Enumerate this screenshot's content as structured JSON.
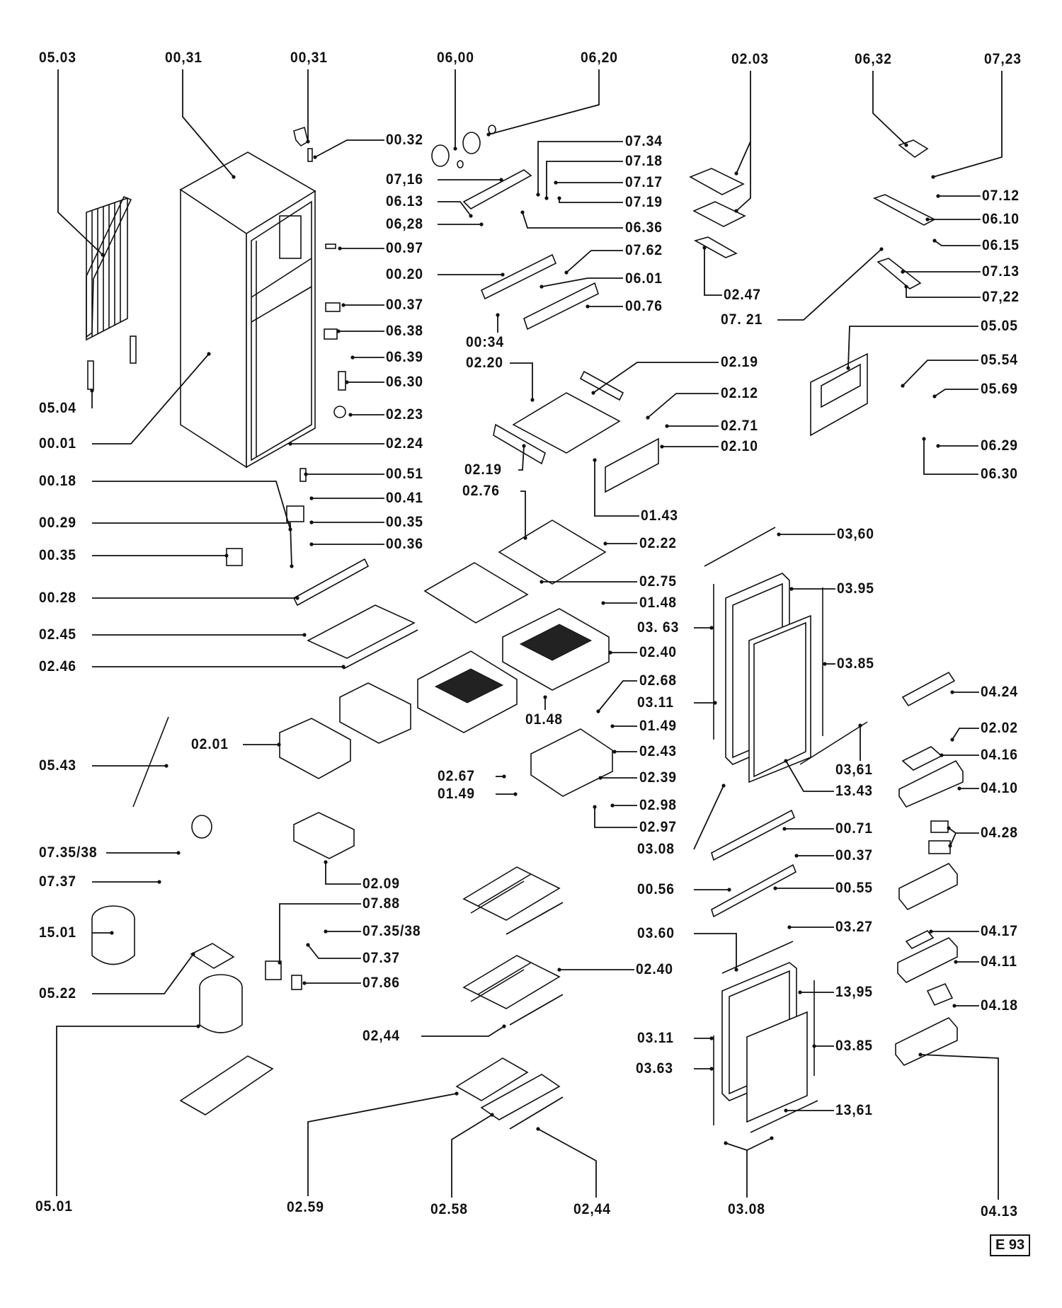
{
  "document": {
    "type": "exploded parts diagram",
    "subject": "refrigerator-freezer",
    "sheet_code": "E 93"
  },
  "labels": [
    {
      "id": "l-0503",
      "text": "05.03"
    },
    {
      "id": "l-0031a",
      "text": "00,31"
    },
    {
      "id": "l-0031b",
      "text": "00,31"
    },
    {
      "id": "l-0600",
      "text": "06,00"
    },
    {
      "id": "l-0620",
      "text": "06,20"
    },
    {
      "id": "l-0203",
      "text": "02.03"
    },
    {
      "id": "l-0632",
      "text": "06,32"
    },
    {
      "id": "l-0723",
      "text": "07,23"
    },
    {
      "id": "l-0032",
      "text": "00.32"
    },
    {
      "id": "l-0734",
      "text": "07.34"
    },
    {
      "id": "l-0718",
      "text": "07.18"
    },
    {
      "id": "l-0716",
      "text": "07,16"
    },
    {
      "id": "l-0717",
      "text": "07.17"
    },
    {
      "id": "l-0613",
      "text": "06.13"
    },
    {
      "id": "l-0719",
      "text": "07.19"
    },
    {
      "id": "l-0628",
      "text": "06,28"
    },
    {
      "id": "l-0636",
      "text": "06.36"
    },
    {
      "id": "l-0097",
      "text": "00.97"
    },
    {
      "id": "l-0762",
      "text": "07.62"
    },
    {
      "id": "l-0020",
      "text": "00.20"
    },
    {
      "id": "l-0601",
      "text": "06.01"
    },
    {
      "id": "l-0037a",
      "text": "00.37"
    },
    {
      "id": "l-0076",
      "text": "00.76"
    },
    {
      "id": "l-0638",
      "text": "06.38"
    },
    {
      "id": "l-0034",
      "text": "00:34"
    },
    {
      "id": "l-0639",
      "text": "06.39"
    },
    {
      "id": "l-0220",
      "text": "02.20"
    },
    {
      "id": "l-0630a",
      "text": "06.30"
    },
    {
      "id": "l-0504",
      "text": "05.04"
    },
    {
      "id": "l-0223",
      "text": "02.23"
    },
    {
      "id": "l-0001",
      "text": "00.01"
    },
    {
      "id": "l-0224",
      "text": "02.24"
    },
    {
      "id": "l-0219a",
      "text": "02.19"
    },
    {
      "id": "l-0212",
      "text": "02.12"
    },
    {
      "id": "l-0271",
      "text": "02.71"
    },
    {
      "id": "l-0210",
      "text": "02.10"
    },
    {
      "id": "l-0219b",
      "text": "02.19"
    },
    {
      "id": "l-0051",
      "text": "00.51"
    },
    {
      "id": "l-0018",
      "text": "00.18"
    },
    {
      "id": "l-0041",
      "text": "00.41"
    },
    {
      "id": "l-0276",
      "text": "02.76"
    },
    {
      "id": "l-0143",
      "text": "01.43"
    },
    {
      "id": "l-0029",
      "text": "00.29"
    },
    {
      "id": "l-0035a",
      "text": "00.35"
    },
    {
      "id": "l-0036",
      "text": "00.36"
    },
    {
      "id": "l-0035b",
      "text": "00.35"
    },
    {
      "id": "l-0028",
      "text": "00.28"
    },
    {
      "id": "l-0222",
      "text": "02.22"
    },
    {
      "id": "l-0275",
      "text": "02.75"
    },
    {
      "id": "l-0148a",
      "text": "01.48"
    },
    {
      "id": "l-0245",
      "text": "02.45"
    },
    {
      "id": "l-0240a",
      "text": "02.40"
    },
    {
      "id": "l-0246",
      "text": "02.46"
    },
    {
      "id": "l-0268",
      "text": "02.68"
    },
    {
      "id": "l-0148b",
      "text": "01.48"
    },
    {
      "id": "l-0149a",
      "text": "01.49"
    },
    {
      "id": "l-0201",
      "text": "02.01"
    },
    {
      "id": "l-0543",
      "text": "05.43"
    },
    {
      "id": "l-0243",
      "text": "02.43"
    },
    {
      "id": "l-0267",
      "text": "02.67"
    },
    {
      "id": "l-0149b",
      "text": "01.49"
    },
    {
      "id": "l-0239",
      "text": "02.39"
    },
    {
      "id": "l-0298",
      "text": "02.98"
    },
    {
      "id": "l-0297",
      "text": "02.97"
    },
    {
      "id": "l-07358a",
      "text": "07.35/38"
    },
    {
      "id": "l-0737a",
      "text": "07.37"
    },
    {
      "id": "l-0209",
      "text": "02.09"
    },
    {
      "id": "l-0788",
      "text": "07.88"
    },
    {
      "id": "l-07358b",
      "text": "07.35/38"
    },
    {
      "id": "l-1501",
      "text": "15.01"
    },
    {
      "id": "l-0737b",
      "text": "07.37"
    },
    {
      "id": "l-0786",
      "text": "07.86"
    },
    {
      "id": "l-0522",
      "text": "05.22"
    },
    {
      "id": "l-0240b",
      "text": "02.40"
    },
    {
      "id": "l-0244a",
      "text": "02,44"
    },
    {
      "id": "l-0501",
      "text": "05.01"
    },
    {
      "id": "l-0259",
      "text": "02.59"
    },
    {
      "id": "l-0258",
      "text": "02.58"
    },
    {
      "id": "l-0244b",
      "text": "02,44"
    },
    {
      "id": "l-0505",
      "text": "05.05"
    },
    {
      "id": "l-0554",
      "text": "05.54"
    },
    {
      "id": "l-0569",
      "text": "05.69"
    },
    {
      "id": "l-0629",
      "text": "06.29"
    },
    {
      "id": "l-0630b",
      "text": "06.30"
    },
    {
      "id": "l-0712",
      "text": "07.12"
    },
    {
      "id": "l-0610",
      "text": "06.10"
    },
    {
      "id": "l-0615",
      "text": "06.15"
    },
    {
      "id": "l-0713",
      "text": "07.13"
    },
    {
      "id": "l-0722",
      "text": "07,22"
    },
    {
      "id": "l-0247",
      "text": "02.47"
    },
    {
      "id": "l-0721",
      "text": "07. 21"
    },
    {
      "id": "l-0360a",
      "text": "03,60"
    },
    {
      "id": "l-0395",
      "text": "03.95"
    },
    {
      "id": "l-0363a",
      "text": "03. 63"
    },
    {
      "id": "l-0385a",
      "text": "03.85"
    },
    {
      "id": "l-0311a",
      "text": "03.11"
    },
    {
      "id": "l-0424",
      "text": "04.24"
    },
    {
      "id": "l-0202",
      "text": "02.02"
    },
    {
      "id": "l-0416",
      "text": "04.16"
    },
    {
      "id": "l-0361",
      "text": "03,61"
    },
    {
      "id": "l-1343",
      "text": "13.43"
    },
    {
      "id": "l-0410",
      "text": "04.10"
    },
    {
      "id": "l-0428",
      "text": "04.28"
    },
    {
      "id": "l-0308a",
      "text": "03.08"
    },
    {
      "id": "l-0071",
      "text": "00.71"
    },
    {
      "id": "l-0037b",
      "text": "00.37"
    },
    {
      "id": "l-0056",
      "text": "00.56"
    },
    {
      "id": "l-0055",
      "text": "00.55"
    },
    {
      "id": "l-0327",
      "text": "03.27"
    },
    {
      "id": "l-0360b",
      "text": "03.60"
    },
    {
      "id": "l-0417",
      "text": "04.17"
    },
    {
      "id": "l-0411",
      "text": "04.11"
    },
    {
      "id": "l-1395",
      "text": "13,95"
    },
    {
      "id": "l-0418",
      "text": "04.18"
    },
    {
      "id": "l-0311b",
      "text": "03.11"
    },
    {
      "id": "l-0385b",
      "text": "03.85"
    },
    {
      "id": "l-0363b",
      "text": "03.63"
    },
    {
      "id": "l-1361",
      "text": "13,61"
    },
    {
      "id": "l-0308b",
      "text": "03.08"
    },
    {
      "id": "l-0413",
      "text": "04.13"
    }
  ]
}
